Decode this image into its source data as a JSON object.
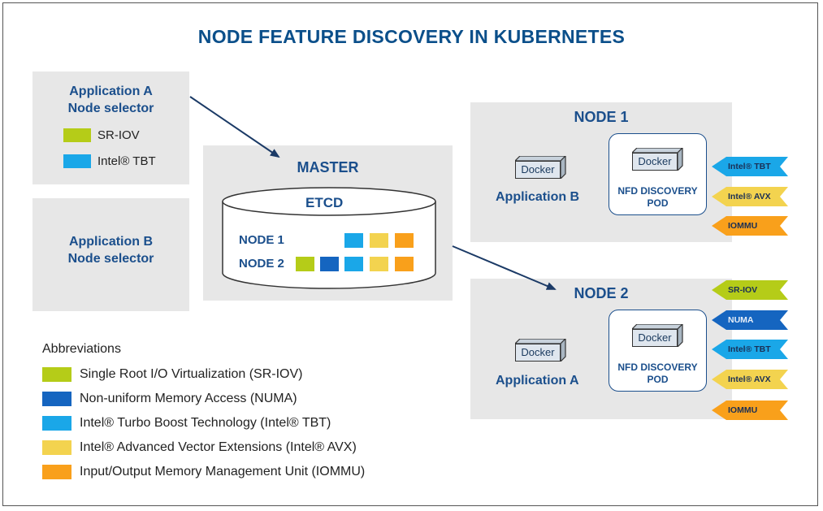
{
  "title": "NODE FEATURE DISCOVERY IN KUBERNETES",
  "colors": {
    "srIov": "#b5cc18",
    "numa": "#1565c0",
    "tbt": "#1aa7e8",
    "avx": "#f3d34f",
    "iommu": "#f9a01b"
  },
  "appA": {
    "title_line1": "Application A",
    "title_line2": "Node selector",
    "items": [
      {
        "label": "SR-IOV",
        "color": "#b5cc18"
      },
      {
        "label": "Intel® TBT",
        "color": "#1aa7e8"
      }
    ]
  },
  "appB": {
    "title_line1": "Application B",
    "title_line2": "Node selector"
  },
  "master": {
    "title": "MASTER",
    "etcd": "ETCD",
    "node1_label": "NODE 1",
    "node2_label": "NODE 2"
  },
  "node1": {
    "title": "NODE 1",
    "docker": "Docker",
    "app_label": "Application B",
    "pod_docker": "Docker",
    "pod_line1": "NFD DISCOVERY",
    "pod_line2": "POD",
    "tags": [
      "Intel® TBT",
      "Intel® AVX",
      "IOMMU"
    ]
  },
  "node2": {
    "title": "NODE 2",
    "docker": "Docker",
    "app_label": "Application A",
    "pod_docker": "Docker",
    "pod_line1": "NFD DISCOVERY",
    "pod_line2": "POD",
    "tags": [
      "SR-IOV",
      "NUMA",
      "Intel® TBT",
      "Intel® AVX",
      "IOMMU"
    ]
  },
  "abbreviations": {
    "title": "Abbreviations",
    "items": [
      {
        "label": "Single Root I/O Virtualization (SR-IOV)",
        "color": "#b5cc18"
      },
      {
        "label": "Non-uniform Memory Access (NUMA)",
        "color": "#1565c0"
      },
      {
        "label": "Intel® Turbo Boost Technology (Intel® TBT)",
        "color": "#1aa7e8"
      },
      {
        "label": "Intel® Advanced Vector Extensions (Intel® AVX)",
        "color": "#f3d34f"
      },
      {
        "label": "Input/Output Memory Management Unit (IOMMU)",
        "color": "#f9a01b"
      }
    ]
  }
}
